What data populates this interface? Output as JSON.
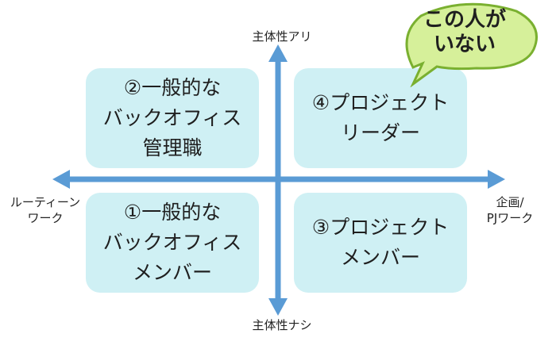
{
  "quadrants": {
    "q2": "②一般的な\nバックオフィス\n管理職",
    "q4": "④プロジェクト\nリーダー",
    "q1": "①一般的な\nバックオフィス\nメンバー",
    "q3": "③プロジェクト\nメンバー"
  },
  "axes": {
    "top": "主体性アリ",
    "bottom": "主体性ナシ",
    "left": "ルーティーン\nワーク",
    "right": "企画/\nPJワーク"
  },
  "callout": "この人が\nいない",
  "colors": {
    "quadrant_fill": "#cff0f4",
    "axis": "#5a9bd5",
    "callout_fill": "#d6f09a",
    "callout_stroke": "#7ab030"
  }
}
